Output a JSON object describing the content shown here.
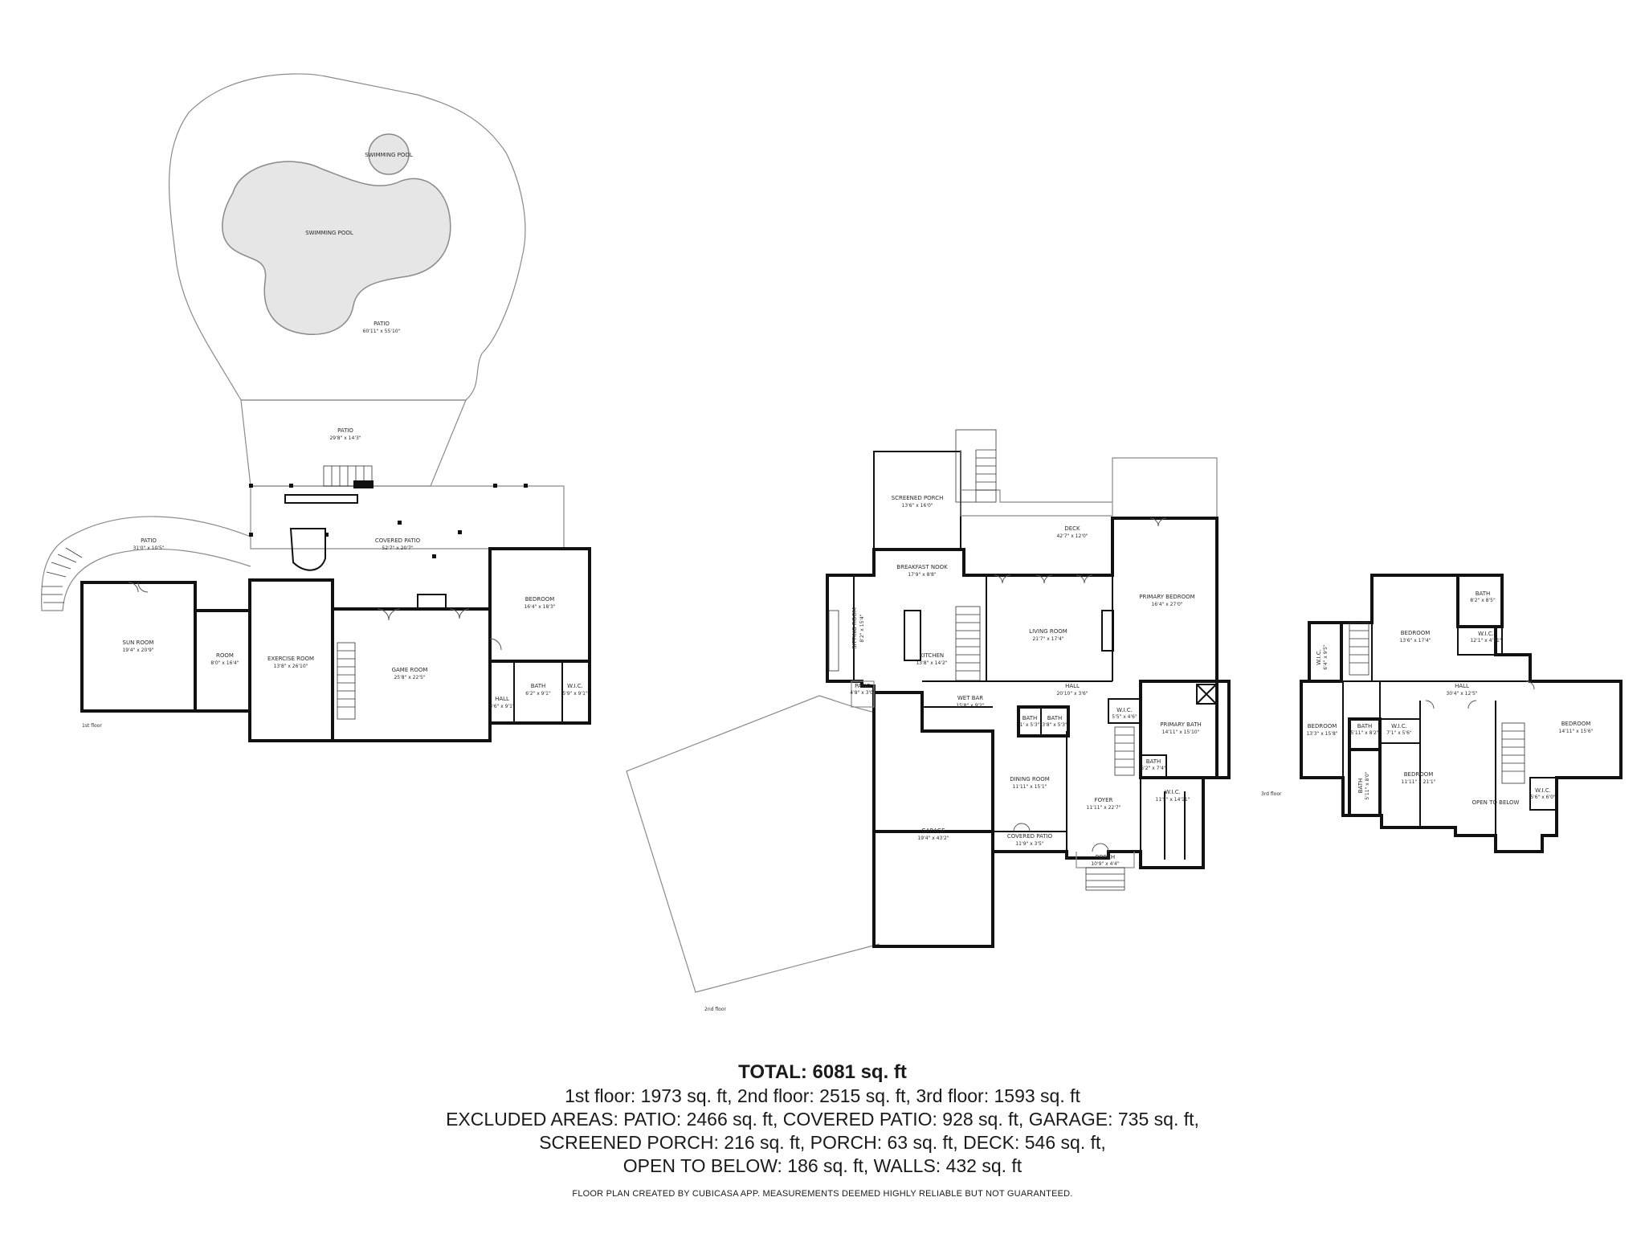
{
  "floors": {
    "first": {
      "label": "1st floor",
      "rooms": [
        {
          "name": "SWIMMING POOL",
          "dim": ""
        },
        {
          "name": "SWIMMING POOL",
          "dim": ""
        },
        {
          "name": "PATIO",
          "dim": "60'11\" x 55'10\""
        },
        {
          "name": "PATIO",
          "dim": "29'8\" x 14'3\""
        },
        {
          "name": "PATIO",
          "dim": "31'0\" x 10'5\""
        },
        {
          "name": "COVERED PATIO",
          "dim": "52'7\" x 20'7\""
        },
        {
          "name": "SUN ROOM",
          "dim": "19'4\" x 20'9\""
        },
        {
          "name": "ROOM",
          "dim": "8'0\" x 16'4\""
        },
        {
          "name": "EXERCISE ROOM",
          "dim": "13'8\" x 26'10\""
        },
        {
          "name": "GAME ROOM",
          "dim": "25'8\" x 22'5\""
        },
        {
          "name": "BEDROOM",
          "dim": "16'4\" x 18'3\""
        },
        {
          "name": "BATH",
          "dim": "6'2\" x 9'1\""
        },
        {
          "name": "W.I.C.",
          "dim": "5'9\" x 9'1\""
        },
        {
          "name": "HALL",
          "dim": "3'6\" x 9'1\""
        }
      ]
    },
    "second": {
      "label": "2nd floor",
      "rooms": [
        {
          "name": "SCREENED PORCH",
          "dim": "13'6\" x 16'0\""
        },
        {
          "name": "DECK",
          "dim": "42'7\" x 12'0\""
        },
        {
          "name": "BREAKFAST NOOK",
          "dim": "17'9\" x 8'8\""
        },
        {
          "name": "SITTING ROOM",
          "dim": "8'2\" x 15'4\""
        },
        {
          "name": "KITCHEN",
          "dim": "13'8\" x 14'2\""
        },
        {
          "name": "LIVING ROOM",
          "dim": "21'7\" x 17'4\""
        },
        {
          "name": "PRIMARY BEDROOM",
          "dim": "16'4\" x 27'0\""
        },
        {
          "name": "PATIO",
          "dim": "4'8\" x 3'0\""
        },
        {
          "name": "WET BAR",
          "dim": "15'8\" x 9'2\""
        },
        {
          "name": "HALL",
          "dim": "20'10\" x 3'6\""
        },
        {
          "name": "BATH",
          "dim": "1' x 5'3\""
        },
        {
          "name": "BATH",
          "dim": "3'8\" x 5'3\""
        },
        {
          "name": "W.I.C.",
          "dim": "5'5\" x 4'6\""
        },
        {
          "name": "PRIMARY BATH",
          "dim": "14'11\" x 15'10\""
        },
        {
          "name": "BATH",
          "dim": "5'2\" x 7'4\""
        },
        {
          "name": "DINING ROOM",
          "dim": "11'11\" x 15'1\""
        },
        {
          "name": "FOYER",
          "dim": "11'11\" x 22'7\""
        },
        {
          "name": "W.I.C.",
          "dim": "11'5\" x 14'11\""
        },
        {
          "name": "COVERED PATIO",
          "dim": "11'9\" x 3'5\""
        },
        {
          "name": "PORCH",
          "dim": "10'9\" x 4'4\""
        },
        {
          "name": "GARAGE",
          "dim": "19'4\" x 43'2\""
        }
      ]
    },
    "third": {
      "label": "3rd floor",
      "rooms": [
        {
          "name": "BEDROOM",
          "dim": "13'6\" x 17'4\""
        },
        {
          "name": "BATH",
          "dim": "8'2\" x 8'5\""
        },
        {
          "name": "W.I.C.",
          "dim": "12'1\" x 4'11\""
        },
        {
          "name": "W.I.C.",
          "dim": "6'4\" x 9'5\""
        },
        {
          "name": "HALL",
          "dim": "30'4\" x 12'5\""
        },
        {
          "name": "BEDROOM",
          "dim": "13'3\" x 15'8\""
        },
        {
          "name": "BATH",
          "dim": "5'11\" x 8'2\""
        },
        {
          "name": "W.I.C.",
          "dim": "7'1\" x 5'6\""
        },
        {
          "name": "BATH",
          "dim": "5'11\" x 8'0\""
        },
        {
          "name": "BEDROOM",
          "dim": "11'11\" x 21'1\""
        },
        {
          "name": "OPEN TO BELOW",
          "dim": ""
        },
        {
          "name": "BEDROOM",
          "dim": "14'11\" x 15'6\""
        },
        {
          "name": "W.I.C.",
          "dim": "5'6\" x 6'0\""
        }
      ]
    }
  },
  "summary": {
    "total": "TOTAL: 6081 sq. ft",
    "line1": "1st floor: 1973 sq. ft, 2nd floor: 2515 sq. ft, 3rd floor: 1593 sq. ft",
    "line2": "EXCLUDED AREAS: PATIO: 2466 sq. ft, COVERED PATIO: 928 sq. ft, GARAGE: 735 sq. ft,",
    "line3": "SCREENED PORCH: 216 sq. ft, PORCH: 63 sq. ft, DECK: 546 sq. ft,",
    "line4": "OPEN TO BELOW: 186 sq. ft, WALLS: 432 sq. ft",
    "credit": "FLOOR PLAN CREATED BY CUBICASA APP. MEASUREMENTS DEEMED HIGHLY RELIABLE BUT NOT GUARANTEED."
  }
}
